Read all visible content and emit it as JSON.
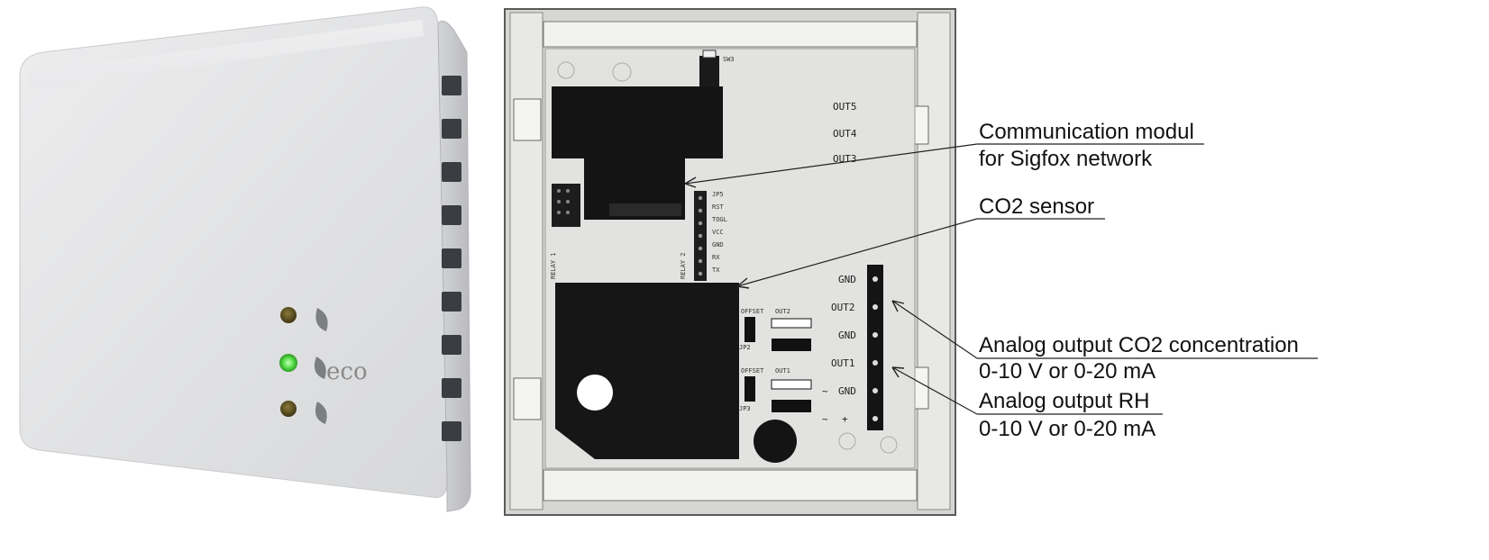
{
  "device": {
    "eco_label": "eco",
    "leds": [
      {
        "state": "off",
        "color": "#5a4a1a"
      },
      {
        "state": "on",
        "color": "#58e04a"
      },
      {
        "state": "off",
        "color": "#5a4a1a"
      }
    ]
  },
  "board": {
    "output_labels": [
      "OUT5",
      "OUT4",
      "OUT3"
    ],
    "header_pins": [
      "JP5",
      "RST",
      "TOGL",
      "VCC",
      "GND",
      "RX",
      "TX"
    ],
    "terminal_labels": [
      "GND",
      "OUT2",
      "GND",
      "OUT1",
      "GND",
      "+"
    ],
    "small_labels": {
      "sw3": "SW3",
      "relay1": "RELAY 1",
      "relay2": "RELAY 2",
      "offset1": "OFFSET",
      "out2_jumper": "OUT2",
      "offset2": "OFFSET",
      "out1_jumper": "OUT1",
      "jp2": "JP2",
      "jp3": "JP3"
    }
  },
  "callouts": {
    "comm_line1": "Communication modul",
    "comm_line2": "for Sigfox network",
    "co2_sensor": "CO2 sensor",
    "analog_co2_line1": "Analog output CO2 concentration",
    "analog_co2_line2": "0-10 V or 0-20 mA",
    "analog_rh_line1": "Analog output RH",
    "analog_rh_line2": "0-10 V or 0-20 mA"
  },
  "colors": {
    "housing": "#e4e5e7",
    "pcb_background": "#e2e2e0",
    "component_black": "#141414",
    "led_green": "#58e04a"
  }
}
